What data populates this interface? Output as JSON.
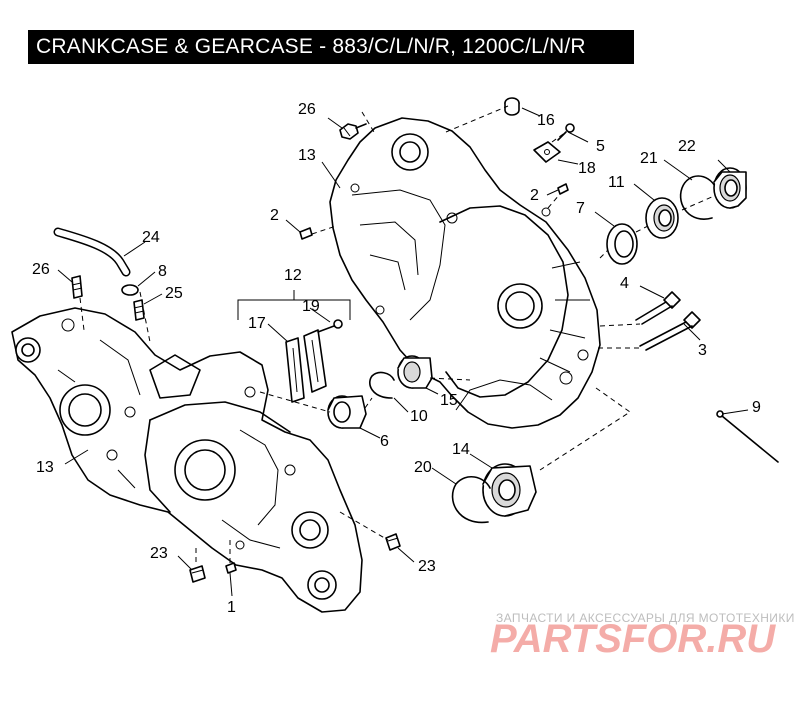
{
  "title": "CRANKCASE & GEARCASE - 883/C/L/N/R, 1200C/L/N/R",
  "callouts": [
    {
      "id": "c26a",
      "text": "26"
    },
    {
      "id": "c16",
      "text": "16"
    },
    {
      "id": "c5",
      "text": "5"
    },
    {
      "id": "c13a",
      "text": "13"
    },
    {
      "id": "c18",
      "text": "18"
    },
    {
      "id": "c22",
      "text": "22"
    },
    {
      "id": "c21",
      "text": "21"
    },
    {
      "id": "c11",
      "text": "11"
    },
    {
      "id": "c2a",
      "text": "2"
    },
    {
      "id": "c2b",
      "text": "2"
    },
    {
      "id": "c7",
      "text": "7"
    },
    {
      "id": "c24",
      "text": "24"
    },
    {
      "id": "c8",
      "text": "8"
    },
    {
      "id": "c26b",
      "text": "26"
    },
    {
      "id": "c25",
      "text": "25"
    },
    {
      "id": "c12",
      "text": "12"
    },
    {
      "id": "c4",
      "text": "4"
    },
    {
      "id": "c19",
      "text": "19"
    },
    {
      "id": "c17",
      "text": "17"
    },
    {
      "id": "c3",
      "text": "3"
    },
    {
      "id": "c15",
      "text": "15"
    },
    {
      "id": "c10",
      "text": "10"
    },
    {
      "id": "c9",
      "text": "9"
    },
    {
      "id": "c6",
      "text": "6"
    },
    {
      "id": "c13b",
      "text": "13"
    },
    {
      "id": "c14",
      "text": "14"
    },
    {
      "id": "c20",
      "text": "20"
    },
    {
      "id": "c23a",
      "text": "23"
    },
    {
      "id": "c23b",
      "text": "23"
    },
    {
      "id": "c1",
      "text": "1"
    }
  ],
  "watermark": {
    "tagline": "ЗАПЧАСТИ И АКСЕССУАРЫ ДЛЯ МОТОТЕХНИКИ",
    "brand": "PARTSFOR.RU",
    "brand_color": "#e8493f"
  }
}
